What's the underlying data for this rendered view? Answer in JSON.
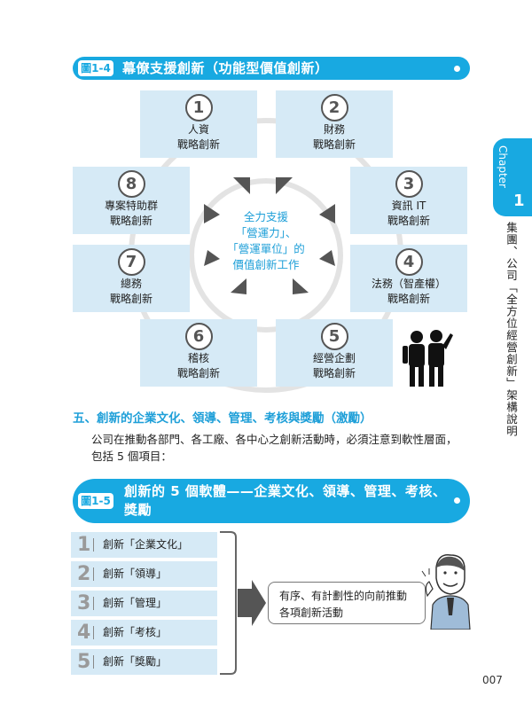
{
  "fig1": {
    "tag": "圖1-4",
    "title": "幕僚支援創新（功能型價值創新）",
    "center": [
      "全力支援",
      "「營運力」、",
      "「營運單位」的",
      "價值創新工作"
    ],
    "boxes": [
      {
        "num": "1",
        "line1": "人資",
        "line2": "戰略創新"
      },
      {
        "num": "2",
        "line1": "財務",
        "line2": "戰略創新"
      },
      {
        "num": "3",
        "line1": "資訊 IT",
        "line2": "戰略創新"
      },
      {
        "num": "4",
        "line1": "法務（智產權）",
        "line2": "戰略創新"
      },
      {
        "num": "5",
        "line1": "經營企劃",
        "line2": "戰略創新"
      },
      {
        "num": "6",
        "line1": "稽核",
        "line2": "戰略創新"
      },
      {
        "num": "7",
        "line1": "總務",
        "line2": "戰略創新"
      },
      {
        "num": "8",
        "line1": "專案特助群",
        "line2": "戰略創新"
      }
    ]
  },
  "section": {
    "heading": "五、創新的企業文化、領導、管理、考核與獎勵（激勵）",
    "body1": "公司在推動各部門、各工廠、各中心之創新活動時，必須注意到軟性層面，",
    "body2": "包括 5 個項目："
  },
  "fig2": {
    "tag": "圖1-5",
    "title_line1": "創新的 5 個軟體——企業文化、領導、管理、考核、",
    "title_line2": "獎勵",
    "items": [
      {
        "num": "1",
        "label": "創新「企業文化」"
      },
      {
        "num": "2",
        "label": "創新「領導」"
      },
      {
        "num": "3",
        "label": "創新「管理」"
      },
      {
        "num": "4",
        "label": "創新「考核」"
      },
      {
        "num": "5",
        "label": "創新「獎勵」"
      }
    ],
    "result_line1": "有序、有計劃性的向前推動",
    "result_line2": "各項創新活動"
  },
  "sidebar": {
    "chapter": "Chapter",
    "chapter_num": "1",
    "text": "集團、公司「全方位經營創新」架構說明"
  },
  "page_number": "007",
  "colors": {
    "accent": "#18a9e1",
    "box": "#d6eaf6",
    "center_text": "#1e9fd8"
  }
}
